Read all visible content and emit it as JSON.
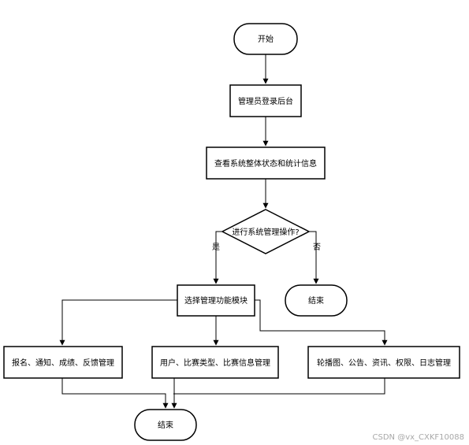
{
  "flowchart": {
    "nodes": {
      "start": "开始",
      "login": "管理员登录后台",
      "view_status": "查看系统整体状态和统计信息",
      "decision": "进行系统管理操作?",
      "end_no": "结束",
      "select_module": "选择管理功能模块",
      "module_signup": "报名、通知、成绩、反馈管理",
      "module_user": "用户、比赛类型、比赛信息管理",
      "module_carousel": "轮播图、公告、资讯、权限、日志管理",
      "end_final": "结束"
    },
    "edge_labels": {
      "yes": "是",
      "no": "否"
    }
  },
  "watermark": "CSDN @vx_CXKF10088"
}
